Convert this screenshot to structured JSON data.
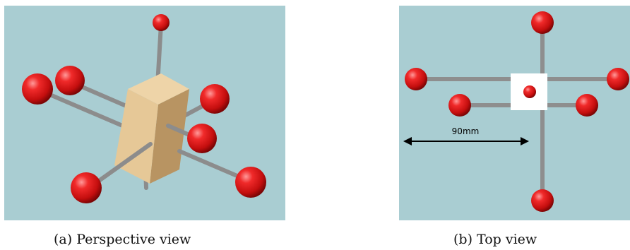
{
  "figure": {
    "panels": [
      {
        "caption": "(a)  Perspective view"
      },
      {
        "caption": "(b)  Top view"
      }
    ],
    "dimension": {
      "label": "90mm"
    }
  },
  "colors": {
    "background": "#a9cdd2",
    "ball": "#e01818",
    "rod": "#8a8a8a",
    "box": "#e4c89a",
    "center_square": "#ffffff"
  },
  "icons": {
    "dimension_arrow": "double-headed-arrow"
  }
}
